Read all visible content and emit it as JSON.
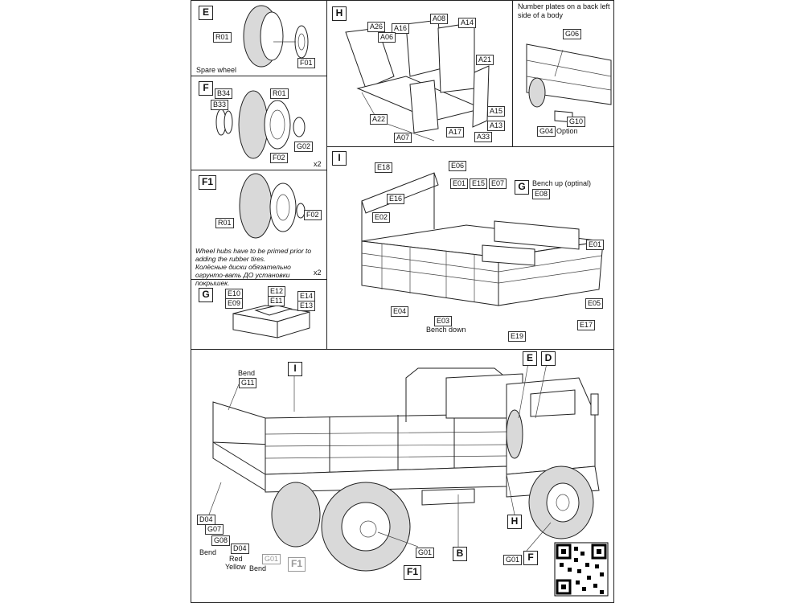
{
  "panels": {
    "E": {
      "letter": "E",
      "caption": "Spare wheel",
      "labels": [
        "R01",
        "F01"
      ]
    },
    "F": {
      "letter": "F",
      "labels": [
        "B34",
        "B33",
        "R01",
        "F02",
        "G02"
      ],
      "multiplier": "x2"
    },
    "F1": {
      "letter": "F1",
      "labels": [
        "R01",
        "F02"
      ],
      "multiplier": "x2",
      "note_en": "Wheel hubs have to be primed prior to adding the rubber tires.",
      "note_ru": "Колёсные диски обязательно огрунто-вать ДО установки покрышек."
    },
    "G": {
      "letter": "G",
      "labels": [
        "E10",
        "E09",
        "E12",
        "E11",
        "E14",
        "E13"
      ]
    },
    "H": {
      "letter": "H",
      "labels": [
        "A26",
        "A16",
        "A06",
        "A08",
        "A14",
        "A21",
        "A22",
        "A07",
        "A17",
        "A15",
        "A13",
        "A33"
      ]
    },
    "plates": {
      "caption": "Number plates on a back left side of a body",
      "labels": [
        "G06",
        "G10",
        "G04"
      ],
      "option": "Option"
    },
    "I": {
      "letter": "I",
      "labels": [
        "E18",
        "E06",
        "E16",
        "E01",
        "E15",
        "E07",
        "E02",
        "E08",
        "E01",
        "E04",
        "E03",
        "E05",
        "E17",
        "E19"
      ],
      "bench_up": "Bench up (optinal)",
      "bench_up_letter": "G",
      "bench_down": "Bench down"
    },
    "main": {
      "bend_top": "Bend",
      "g11": "G11",
      "letter_I": "I",
      "letter_E": "E",
      "letter_D": "D",
      "letter_H": "H",
      "letter_B": "B",
      "letter_F": "F",
      "letter_F1": "F1",
      "labels": {
        "d04a": "D04",
        "g07": "G07",
        "g08": "G08",
        "d04b": "D04",
        "g01a": "G01",
        "g01b": "G01",
        "g01c": "G01"
      },
      "bend_bottom": "Bend",
      "red": "Red",
      "yellow": "Yellow",
      "bend_small": "Bend"
    }
  }
}
